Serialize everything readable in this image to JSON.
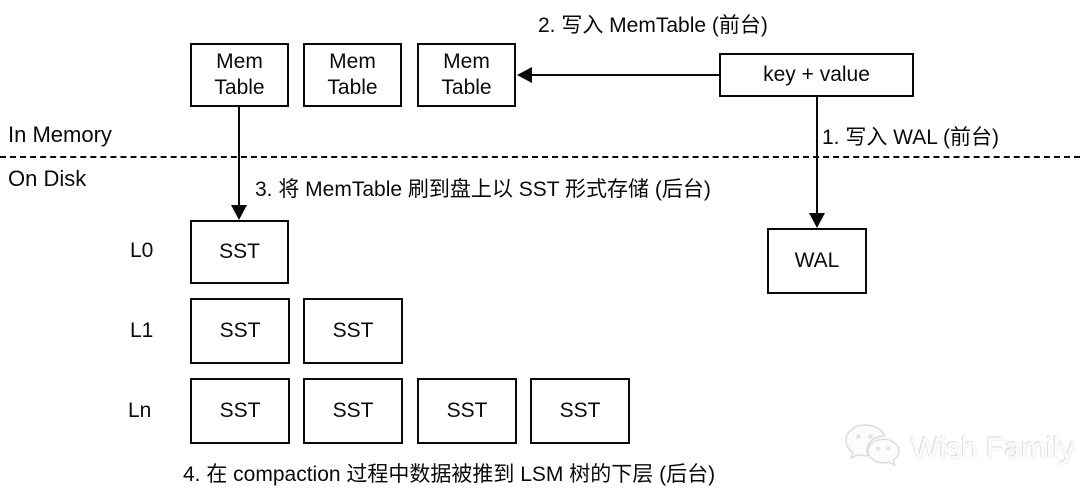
{
  "diagram_title": "LSM tree write path",
  "colors": {
    "line": "#0a0a0a",
    "background": "#ffffff",
    "watermark": "#fdfcfc"
  },
  "regions": {
    "in_memory": "In Memory",
    "on_disk": "On Disk"
  },
  "steps": {
    "step1": "1. 写入 WAL (前台)",
    "step2": "2. 写入 MemTable (前台)",
    "step3": "3. 将 MemTable 刷到盘上以 SST 形式存储 (后台)",
    "step4": "4. 在 compaction 过程中数据被推到 LSM 树的下层 (后台)"
  },
  "boxes": {
    "mem_table_line1": "Mem",
    "mem_table_line2": "Table",
    "key_value": "key + value",
    "wal": "WAL",
    "sst": "SST"
  },
  "levels": {
    "l0": "L0",
    "l1": "L1",
    "ln": "Ln"
  },
  "structure": {
    "memtable_count": 3,
    "sst_counts_per_level": {
      "L0": 1,
      "L1": 2,
      "Ln": 4
    }
  },
  "watermark": {
    "icon": "wechat-icon",
    "text": "Wish Family"
  }
}
